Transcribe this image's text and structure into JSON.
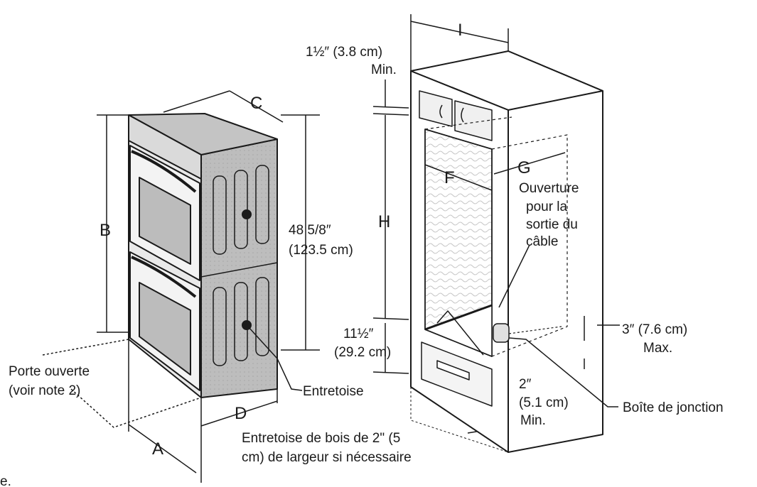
{
  "oven": {
    "letters": {
      "a": "A",
      "b": "B",
      "c": "C",
      "d": "D"
    },
    "height_in": "48 5/8″",
    "height_cm": "(123.5 cm)",
    "door_open_1": "Porte ouverte",
    "door_open_2": "(voir note 2)",
    "spacer": "Entretoise",
    "wood_spacer_1": "Entretoise de bois de 2\" (5",
    "wood_spacer_2": "cm) de largeur si nécessaire"
  },
  "cabinet": {
    "letters": {
      "f": "F",
      "g": "G",
      "h": "H",
      "i": "I"
    },
    "top_clear_1": "1½″ (3.8 cm)",
    "top_clear_2": "Min.",
    "bottom_clear_1": "11½″",
    "bottom_clear_2": "(29.2 cm)",
    "cable_opening_1": "Ouverture",
    "cable_opening_2": "pour la",
    "cable_opening_3": "sortie du",
    "cable_opening_4": "câble",
    "max_dim_1": "3″ (7.6 cm)",
    "max_dim_2": "Max.",
    "min_dim_1": "2″",
    "min_dim_2": "(5.1 cm)",
    "min_dim_3": "Min.",
    "junction_box": "Boîte de jonction"
  },
  "footer": {
    "mark": "e."
  }
}
